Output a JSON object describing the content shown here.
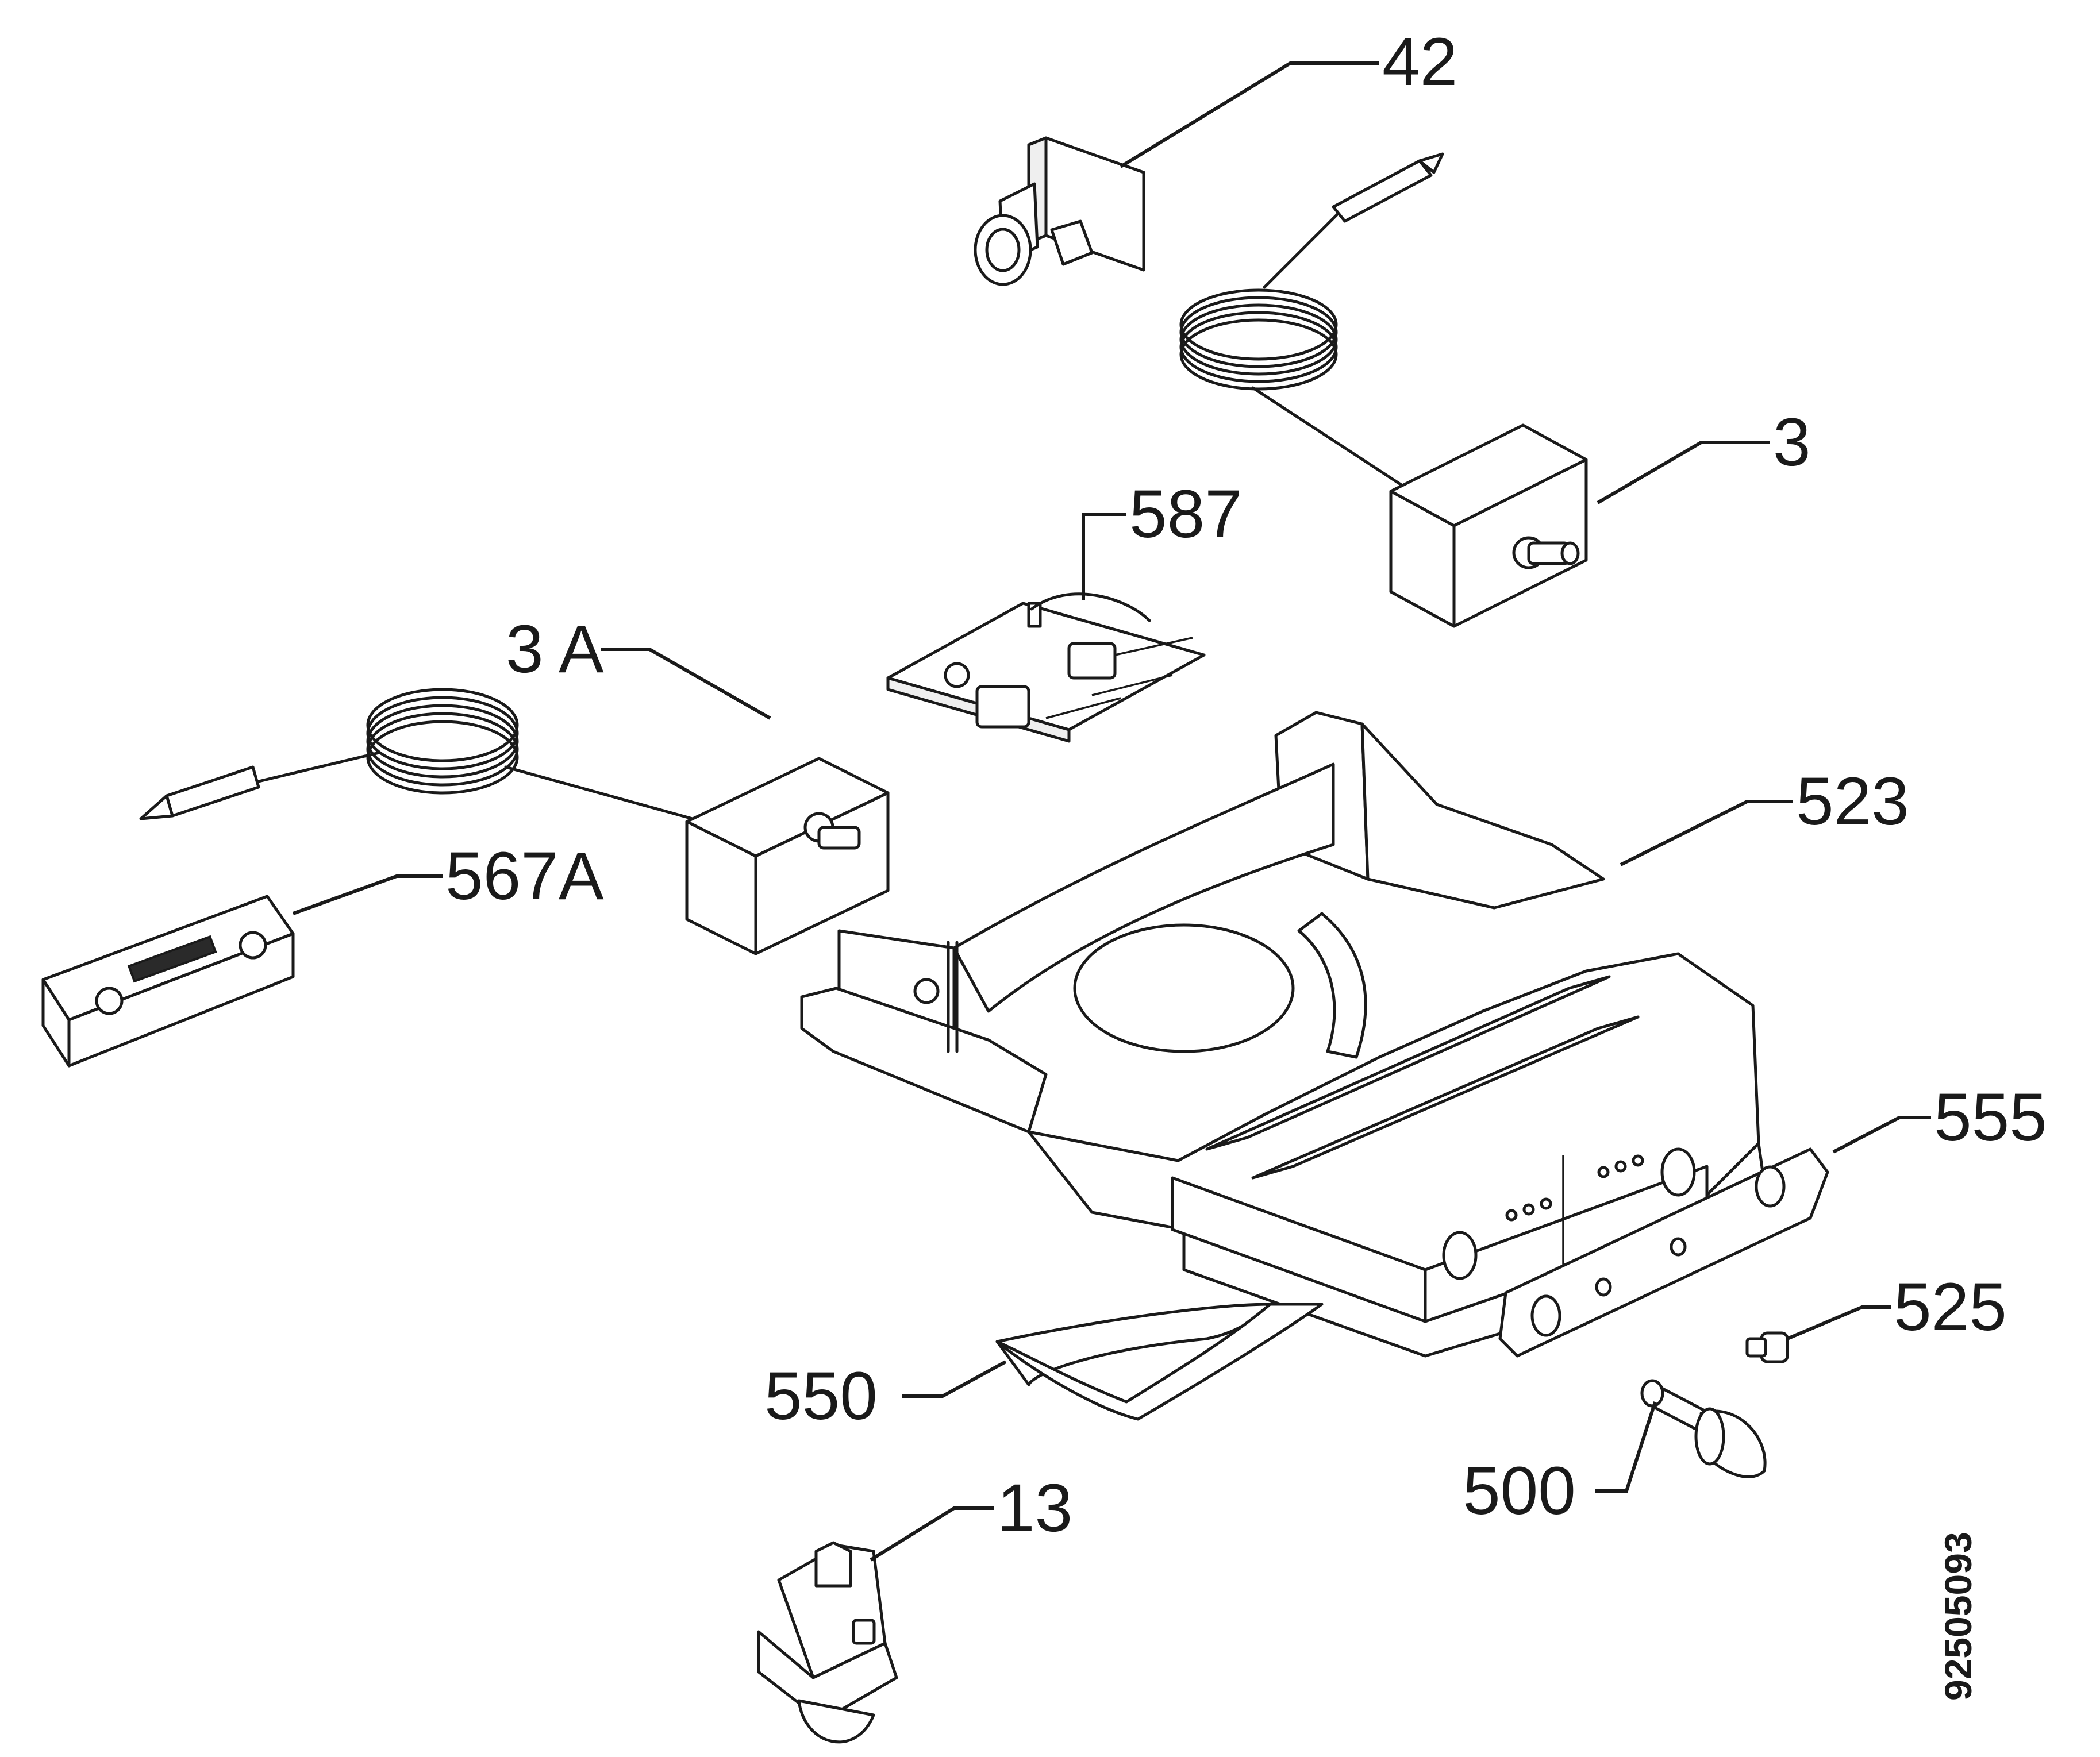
{
  "document_number": "92505093",
  "callouts": [
    {
      "id": "42",
      "label": "42"
    },
    {
      "id": "3",
      "label": "3"
    },
    {
      "id": "587",
      "label": "587"
    },
    {
      "id": "3A",
      "label": "3 A"
    },
    {
      "id": "523",
      "label": "523"
    },
    {
      "id": "567A",
      "label": "567A"
    },
    {
      "id": "555",
      "label": "555"
    },
    {
      "id": "525",
      "label": "525"
    },
    {
      "id": "550",
      "label": "550"
    },
    {
      "id": "500",
      "label": "500"
    },
    {
      "id": "13",
      "label": "13"
    }
  ]
}
